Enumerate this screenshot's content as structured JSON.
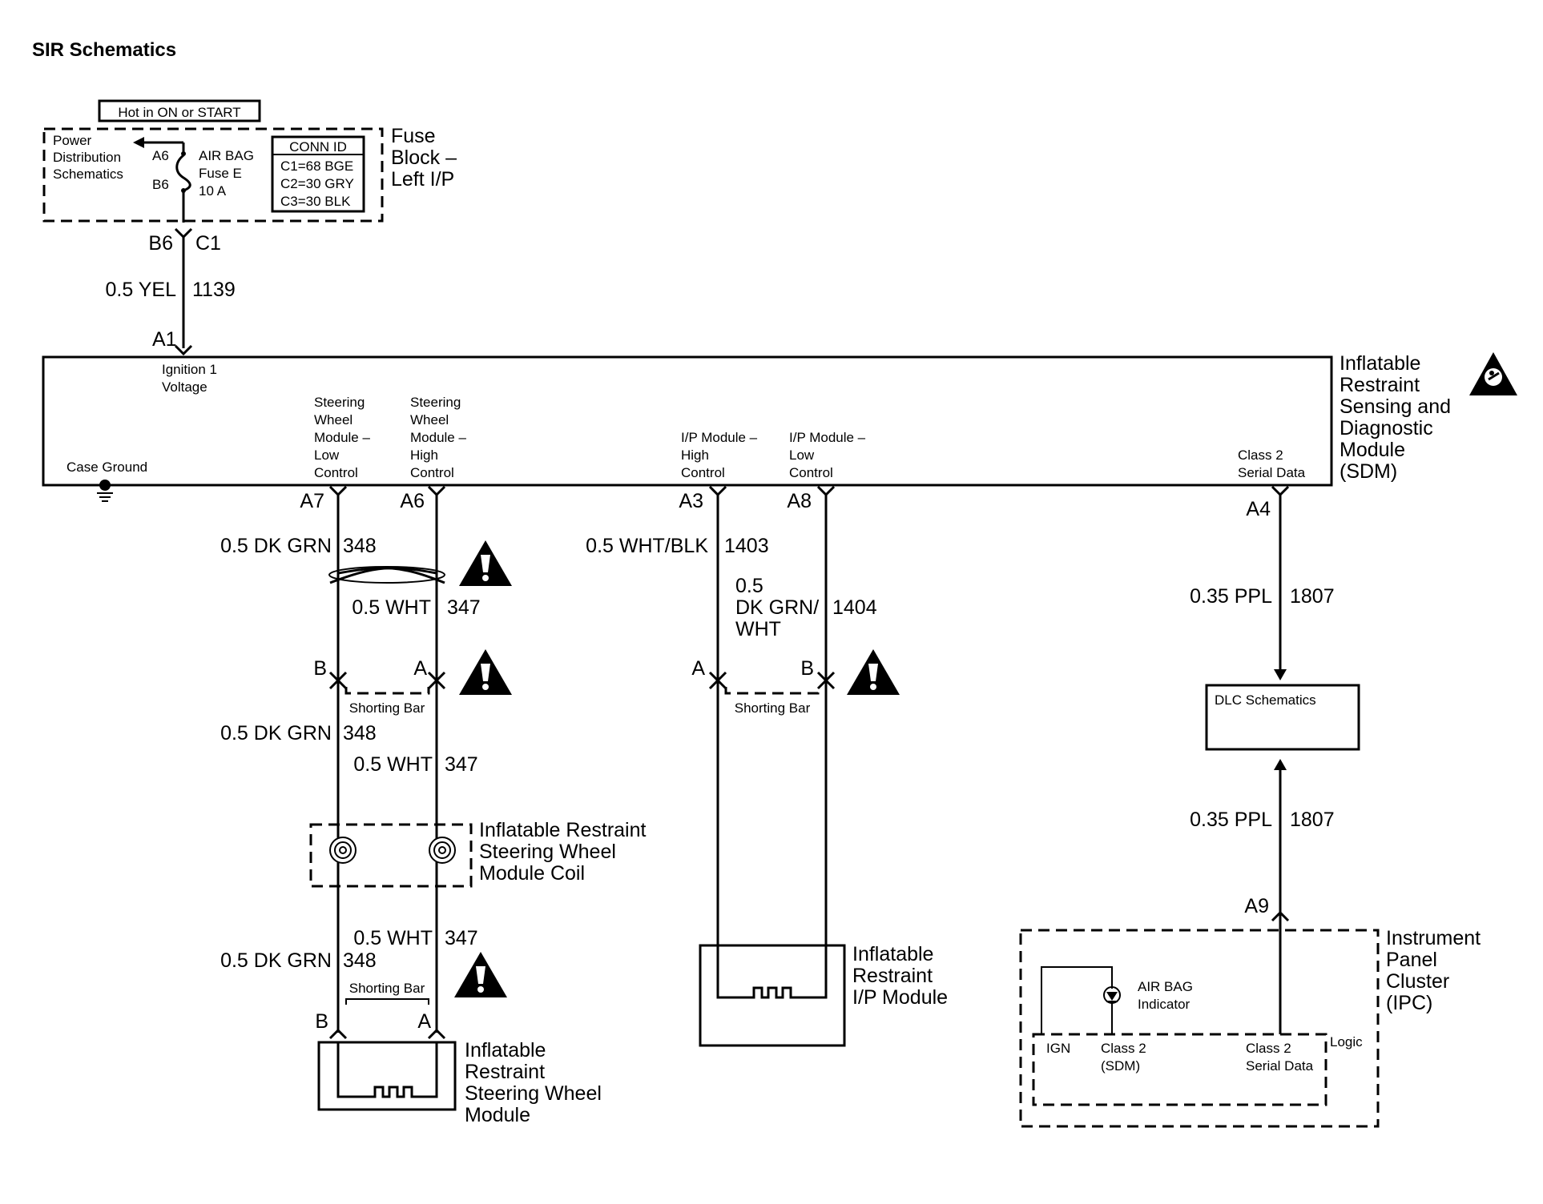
{
  "title": "SIR Schematics",
  "power": {
    "hot_label": "Hot in ON or START",
    "fuse_block": [
      "Fuse",
      "Block –",
      "Left I/P"
    ],
    "power_dist": [
      "Power",
      "Distribution",
      "Schematics"
    ],
    "pin_top": "A6",
    "pin_bottom": "B6",
    "fuse_name": [
      "AIR BAG",
      "Fuse E",
      "10 A"
    ],
    "conn_id": [
      "CONN ID",
      "C1=68 BGE",
      "C2=30 GRY",
      "C3=30 BLK"
    ],
    "out_pin": "B6",
    "out_conn": "C1"
  },
  "ign_wire": {
    "gauge": "0.5 YEL",
    "circuit": "1139",
    "pin": "A1"
  },
  "sdm": {
    "name": [
      "Inflatable",
      "Restraint",
      "Sensing and",
      "Diagnostic",
      "Module",
      "(SDM)"
    ],
    "ign_label": [
      "Ignition 1",
      "Voltage"
    ],
    "case_ground": "Case Ground",
    "sw_low": [
      "Steering",
      "Wheel",
      "Module –",
      "Low",
      "Control"
    ],
    "sw_high": [
      "Steering",
      "Wheel",
      "Module –",
      "High",
      "Control"
    ],
    "ip_high": [
      "I/P Module –",
      "High",
      "Control"
    ],
    "ip_low": [
      "I/P Module –",
      "Low",
      "Control"
    ],
    "class2": [
      "Class 2",
      "Serial Data"
    ]
  },
  "pins": {
    "a7": "A7",
    "a6": "A6",
    "a3": "A3",
    "a8": "A8",
    "a4": "A4",
    "a9": "A9",
    "a": "A",
    "b": "B"
  },
  "wires": {
    "dkgrn": "0.5 DK GRN",
    "c348": "348",
    "wht": "0.5 WHT",
    "c347": "347",
    "whtblk": "0.5 WHT/BLK",
    "c1403": "1403",
    "dkgrnwht": [
      "0.5",
      "DK GRN/",
      "WHT"
    ],
    "c1404": "1404",
    "ppl": "0.35 PPL",
    "c1807": "1807"
  },
  "shorting_bar": "Shorting Bar",
  "coil": [
    "Inflatable Restraint",
    "Steering Wheel",
    "Module Coil"
  ],
  "sw_module": [
    "Inflatable",
    "Restraint",
    "Steering Wheel",
    "Module"
  ],
  "ip_module": [
    "Inflatable",
    "Restraint",
    "I/P Module"
  ],
  "dlc": "DLC Schematics",
  "ipc": {
    "name": [
      "Instrument",
      "Panel",
      "Cluster",
      "(IPC)"
    ],
    "indicator": [
      "AIR BAG",
      "Indicator"
    ],
    "logic": "Logic",
    "ign": "IGN",
    "class2_sdm": [
      "Class 2",
      "(SDM)"
    ],
    "class2_serial": [
      "Class 2",
      "Serial Data"
    ]
  }
}
